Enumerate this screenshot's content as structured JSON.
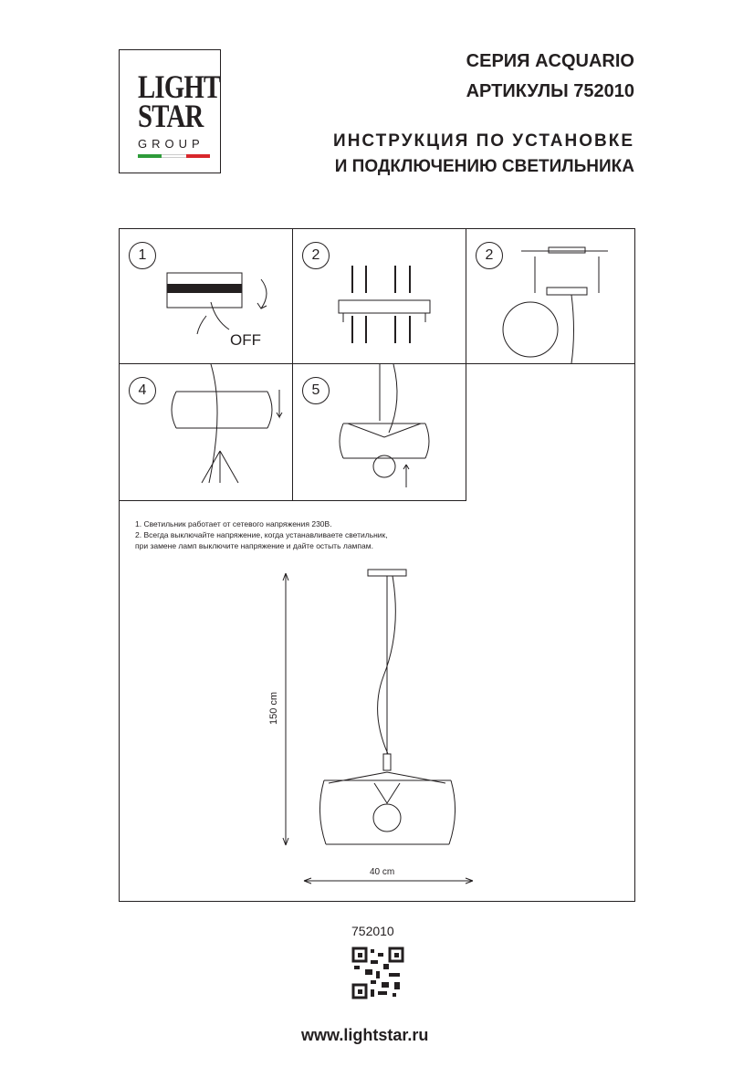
{
  "logo": {
    "line1": "LIGHT",
    "line2": "STAR",
    "line3": "GROUP",
    "flag_colors": [
      "#2e9b3a",
      "#ffffff",
      "#d8262b"
    ]
  },
  "header": {
    "series": "СЕРИЯ ACQUARIO",
    "articles": "АРТИКУЛЫ 752010",
    "title_line1": "ИНСТРУКЦИЯ ПО УСТАНОВКЕ",
    "title_line2": "И ПОДКЛЮЧЕНИЮ СВЕТИЛЬНИКА"
  },
  "steps": [
    {
      "number": "1",
      "label": "OFF"
    },
    {
      "number": "2"
    },
    {
      "number": "2"
    },
    {
      "number": "4"
    },
    {
      "number": "5"
    }
  ],
  "notes": [
    "1. Светильник работает от сетевого напряжения 230В.",
    "2. Всегда выключайте напряжение, когда устанавливаете светильник,",
    "при замене ламп выключите напряжение и дайте остыть лампам."
  ],
  "dimensions": {
    "height": "150 cm",
    "width": "40 cm"
  },
  "footer": {
    "article": "752010",
    "url": "www.lightstar.ru"
  }
}
